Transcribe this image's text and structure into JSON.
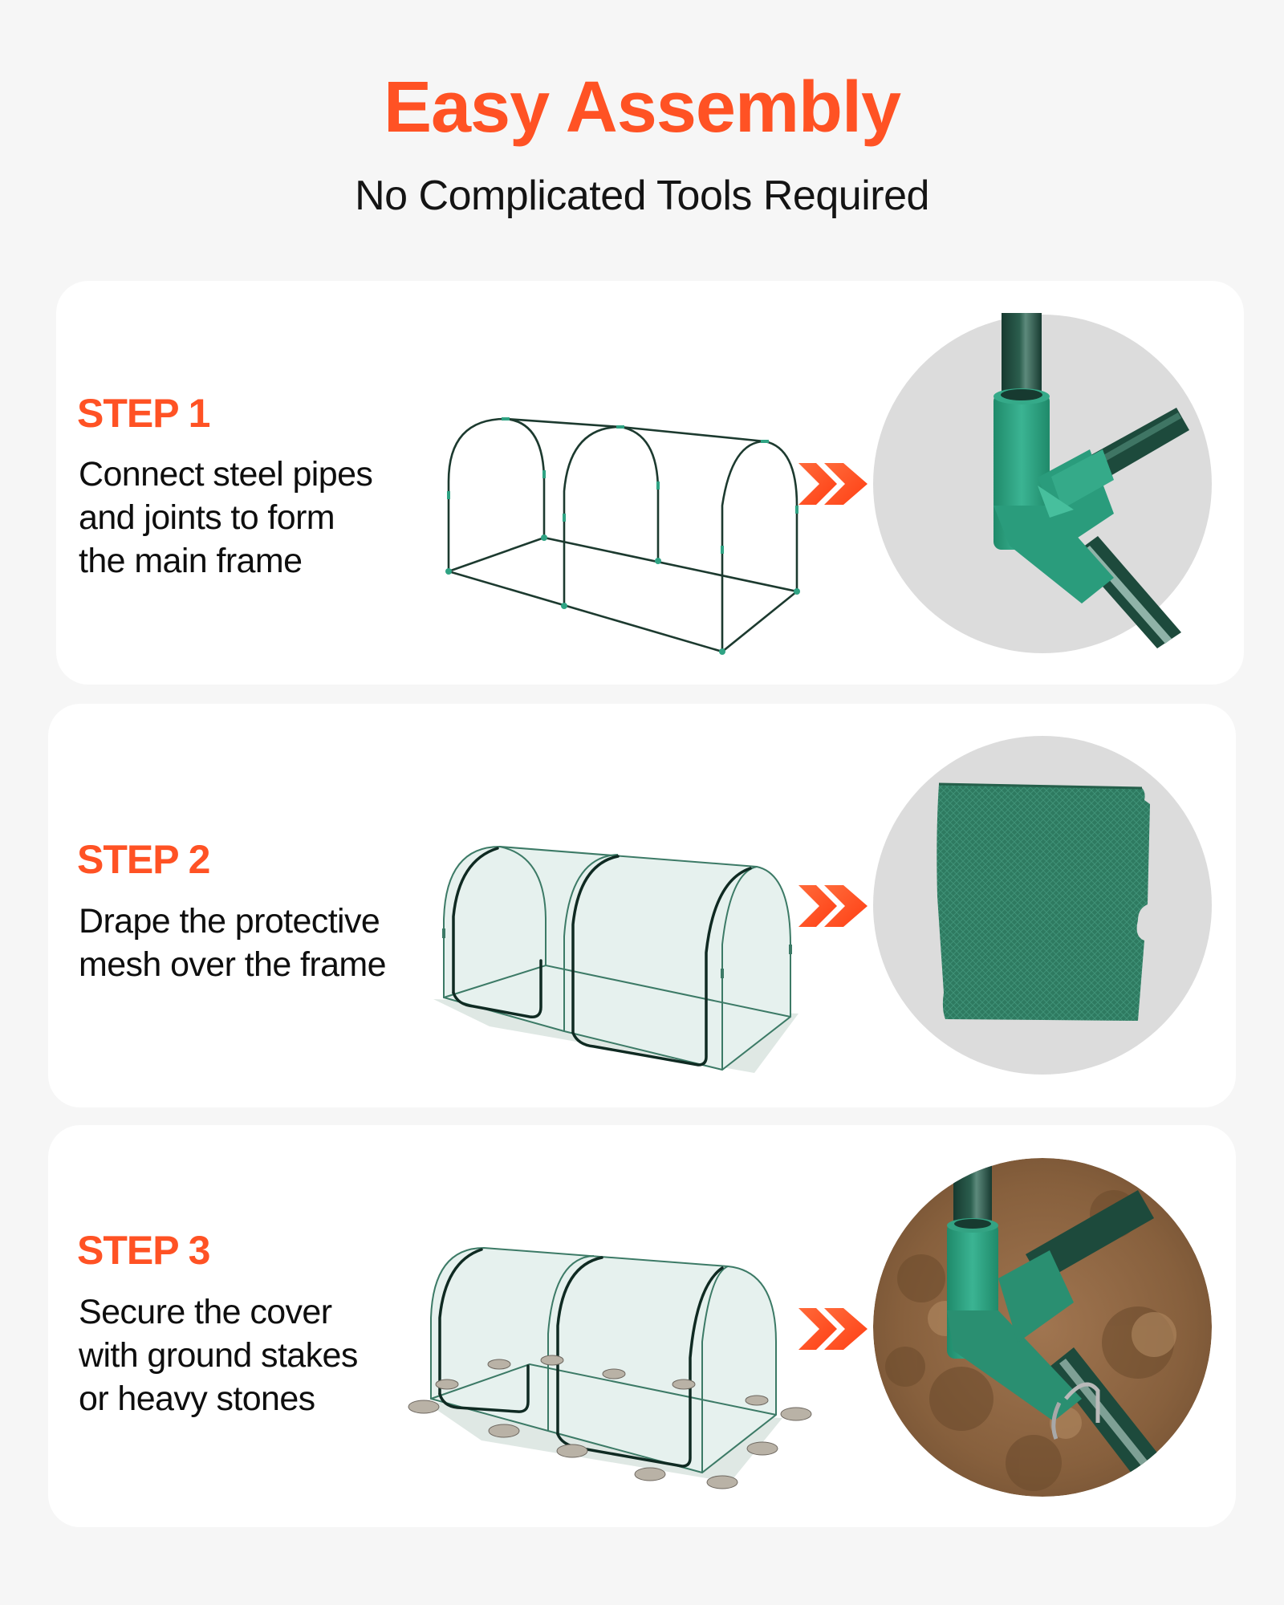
{
  "header": {
    "title": "Easy Assembly",
    "subtitle": "No Complicated Tools Required"
  },
  "colors": {
    "accent": "#ff5224",
    "page_bg": "#f6f6f6",
    "card_bg": "#ffffff",
    "circle_bg": "#dcdcdc",
    "joint_green": "#2fa383",
    "pipe_dark": "#1f4a3c",
    "mesh_green": "#2f7d63",
    "soil": "#8a6340"
  },
  "steps": [
    {
      "label": "STEP 1",
      "lines": [
        "Connect steel pipes",
        "and joints to form",
        "the main frame"
      ],
      "illustration": "tunnel-frame-icon",
      "detail": "corner-joint-closeup"
    },
    {
      "label": "STEP 2",
      "lines": [
        "Drape the protective",
        "mesh over the frame"
      ],
      "illustration": "mesh-covered-tunnel-icon",
      "detail": "folded-green-mesh-closeup"
    },
    {
      "label": "STEP 3",
      "lines": [
        "Secure the cover",
        "with ground stakes",
        "or heavy stones"
      ],
      "illustration": "tunnel-with-stones-icon",
      "detail": "ground-stake-closeup"
    }
  ],
  "arrow_icon": "double-chevron-right-icon"
}
